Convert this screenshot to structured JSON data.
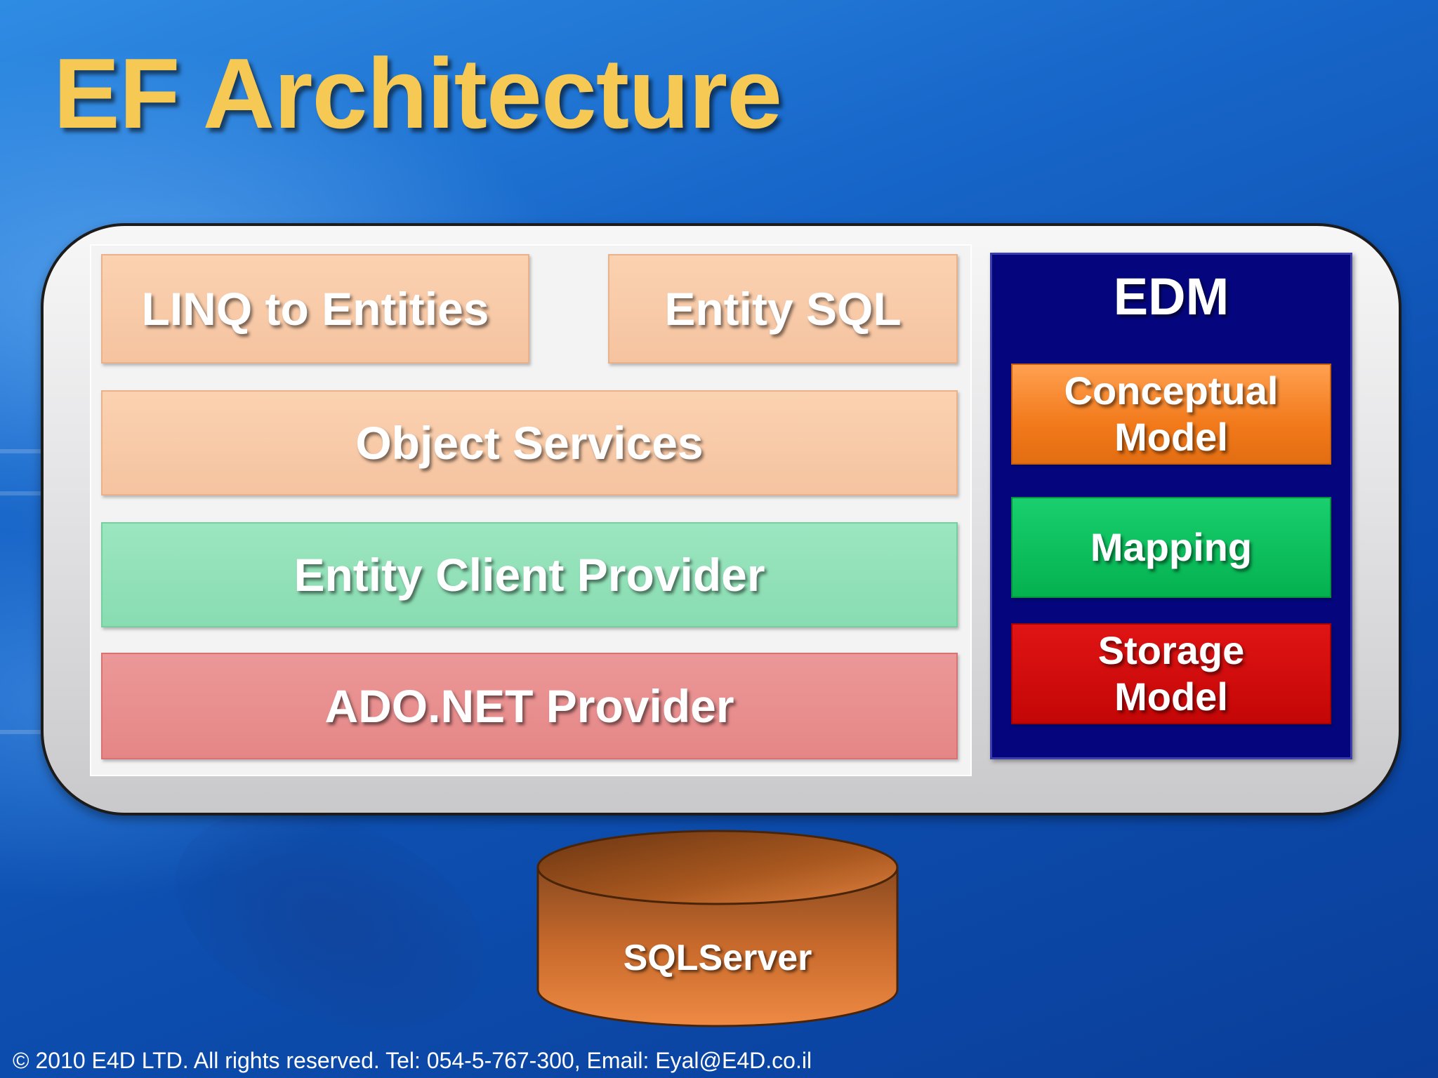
{
  "slide": {
    "title": "EF Architecture",
    "footer": "© 2010 E4D LTD. All rights reserved. Tel: 054-5-767-300, Email: Eyal@E4D.co.il"
  },
  "layers": {
    "linq_to_entities": "LINQ to Entities",
    "entity_sql": "Entity SQL",
    "object_services": "Object Services",
    "entity_client_provider": "Entity Client Provider",
    "ado_net_provider": "ADO.NET Provider"
  },
  "edm": {
    "title": "EDM",
    "conceptual_model": [
      "Conceptual",
      "Model"
    ],
    "mapping": "Mapping",
    "storage_model": [
      "Storage",
      "Model"
    ]
  },
  "database": {
    "label": "SQLServer"
  },
  "colors": {
    "title": "#f5c953",
    "peach_layer": "#f5c3a0",
    "green_layer": "#89dcb1",
    "pink_layer": "#e58686",
    "edm_background": "#05067e",
    "conceptual_model": "#f27a1b",
    "mapping": "#04b14f",
    "storage_model": "#c40606",
    "database": "#e07f3c"
  }
}
